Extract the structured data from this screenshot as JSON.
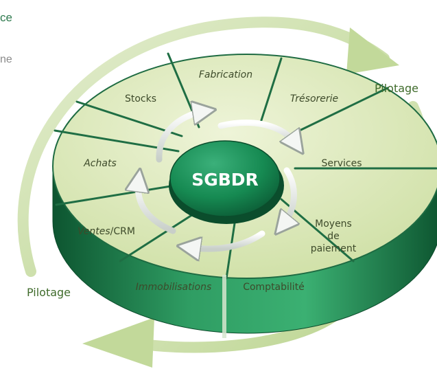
{
  "corner_texts": [
    "ce",
    "ne"
  ],
  "hub": {
    "label": "SGBDR"
  },
  "segments": {
    "fabrication": "Fabrication",
    "tresorerie": "Trésorerie",
    "services": "Services",
    "moyens_1": "Moyens",
    "moyens_2": "de",
    "moyens_3": "paiement",
    "comptabilite": "Comptabilité",
    "immobilisations": "Immobilisations",
    "ventes": "Ventes",
    "crm": "/CRM",
    "achats": "Achats",
    "stocks": "Stocks"
  },
  "pilotage": {
    "top_right": "Pilotage",
    "bottom_left": "Pilotage"
  },
  "colors": {
    "segment_fill": "#dbe7b9",
    "segment_edge": "#1e6b42",
    "rim_dark": "#0f5d35",
    "rim_light": "#35a46a",
    "hub": "#198a55",
    "arc": "#c7dca0"
  }
}
